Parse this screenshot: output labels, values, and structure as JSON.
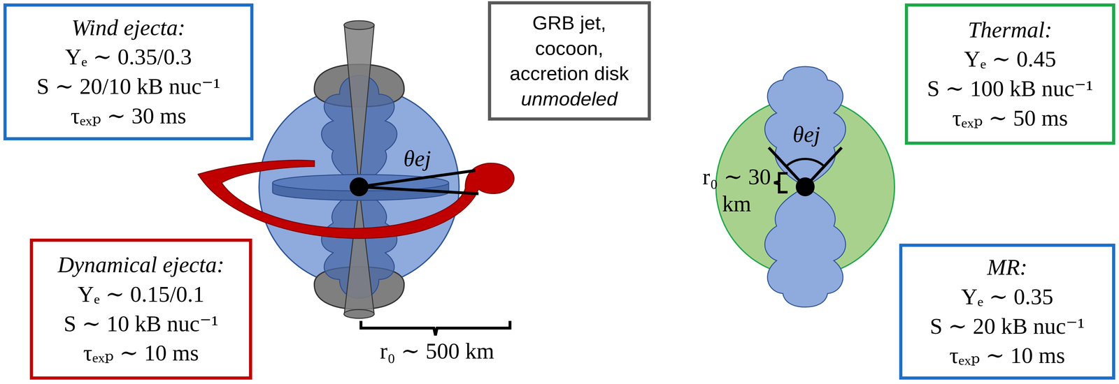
{
  "diagram": {
    "nodes": [
      {
        "text": [
          "Wind ejecta:",
          "Yₑ ∼ 0.35/0.3",
          "S ∼ 20/10 kB nuc⁻¹",
          "τₑₓₚ ∼ 30 ms"
        ]
      },
      {
        "text": [
          "GRB jet, cocoon, accretion disk",
          "unmodeled"
        ]
      },
      {
        "text": [
          "Thermal:",
          "Yₑ ∼ 0.45",
          "S ∼ 100 kB nuc⁻¹",
          "τₑₓₚ ∼ 50 ms"
        ]
      },
      {
        "text": [
          "Dynamical ejecta:",
          "Yₑ ∼ 0.15/0.1",
          "S ∼ 10 kB nuc⁻¹",
          "τₑₓₚ ∼ 10 ms"
        ]
      },
      {
        "text": [
          "MR:",
          "Yₑ ∼ 0.35",
          "S ∼ 20 kB nuc⁻¹",
          "τₑₓₚ ∼ 10 ms"
        ]
      }
    ],
    "labels": [
      "θej",
      "r₀ ∼ 500 km",
      "θej",
      "r₀ ∼ 30 km"
    ]
  }
}
